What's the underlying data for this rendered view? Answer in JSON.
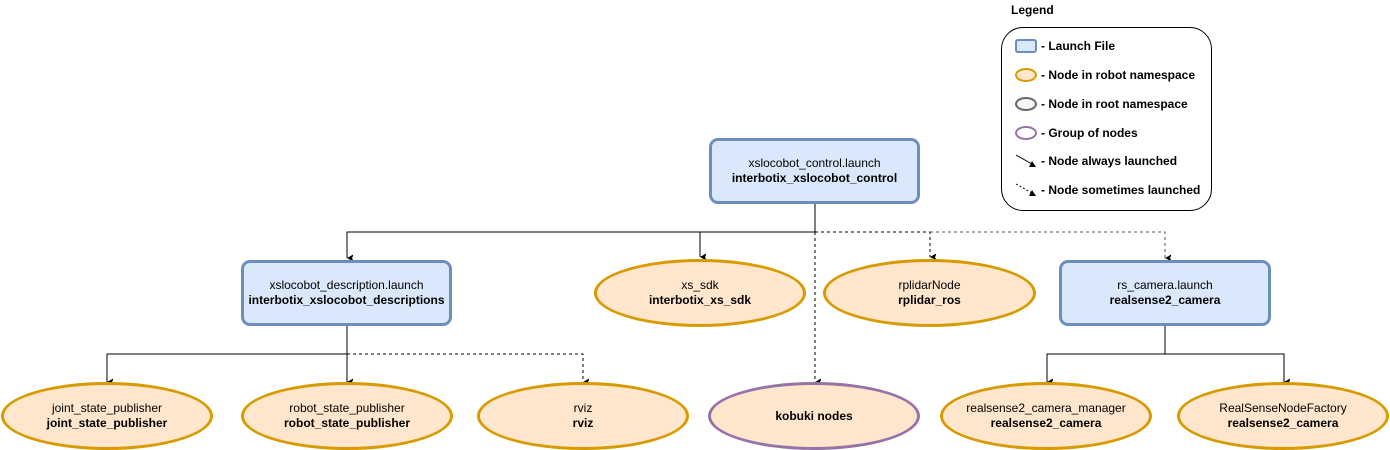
{
  "diagram": {
    "nodes": {
      "control": {
        "name": "xslocobot_control.launch",
        "package": "interbotix_xslocobot_control",
        "kind": "launch"
      },
      "description": {
        "name": "xslocobot_description.launch",
        "package": "interbotix_xslocobot_descriptions",
        "kind": "launch"
      },
      "xs_sdk": {
        "name": "xs_sdk",
        "package": "interbotix_xs_sdk",
        "kind": "robot-node"
      },
      "rplidar": {
        "name": "rplidarNode",
        "package": "rplidar_ros",
        "kind": "robot-node"
      },
      "rs_camera": {
        "name": "rs_camera.launch",
        "package": "realsense2_camera",
        "kind": "launch"
      },
      "joint_state_publisher": {
        "name": "joint_state_publisher",
        "package": "joint_state_publisher",
        "kind": "robot-node"
      },
      "robot_state_publisher": {
        "name": "robot_state_publisher",
        "package": "robot_state_publisher",
        "kind": "robot-node"
      },
      "rviz": {
        "name": "rviz",
        "package": "rviz",
        "kind": "robot-node"
      },
      "kobuki": {
        "name": "",
        "package": "kobuki nodes",
        "kind": "group"
      },
      "rs_manager": {
        "name": "realsense2_camera_manager",
        "package": "realsense2_camera",
        "kind": "robot-node"
      },
      "rs_factory": {
        "name": "RealSenseNodeFactory",
        "package": "realsense2_camera",
        "kind": "robot-node"
      }
    },
    "edges": [
      {
        "from": "control",
        "to": "description",
        "style": "solid"
      },
      {
        "from": "control",
        "to": "xs_sdk",
        "style": "solid"
      },
      {
        "from": "control",
        "to": "rplidar",
        "style": "dashed"
      },
      {
        "from": "control",
        "to": "rs_camera",
        "style": "dashed"
      },
      {
        "from": "control",
        "to": "kobuki",
        "style": "dashed"
      },
      {
        "from": "description",
        "to": "joint_state_publisher",
        "style": "solid"
      },
      {
        "from": "description",
        "to": "robot_state_publisher",
        "style": "solid"
      },
      {
        "from": "description",
        "to": "rviz",
        "style": "dashed"
      },
      {
        "from": "rs_camera",
        "to": "rs_manager",
        "style": "solid"
      },
      {
        "from": "rs_camera",
        "to": "rs_factory",
        "style": "solid"
      }
    ]
  },
  "legend": {
    "title": "Legend",
    "items": [
      {
        "label": "- Launch File",
        "icon": "launch-file-swatch"
      },
      {
        "label": "- Node in robot namespace",
        "icon": "robot-node-swatch"
      },
      {
        "label": "- Node in root namespace",
        "icon": "root-node-swatch"
      },
      {
        "label": "- Group of nodes",
        "icon": "group-swatch"
      },
      {
        "label": "- Node always launched",
        "icon": "solid-arrow"
      },
      {
        "label": "- Node sometimes launched",
        "icon": "dashed-arrow"
      }
    ]
  },
  "colors": {
    "launch_fill": "#dae8fc",
    "launch_stroke": "#6c8ebf",
    "robot_fill": "#ffe6cc",
    "robot_stroke": "#d79b00",
    "root_fill": "#f5f5f5",
    "root_stroke": "#666666",
    "group_stroke": "#9673a6"
  }
}
